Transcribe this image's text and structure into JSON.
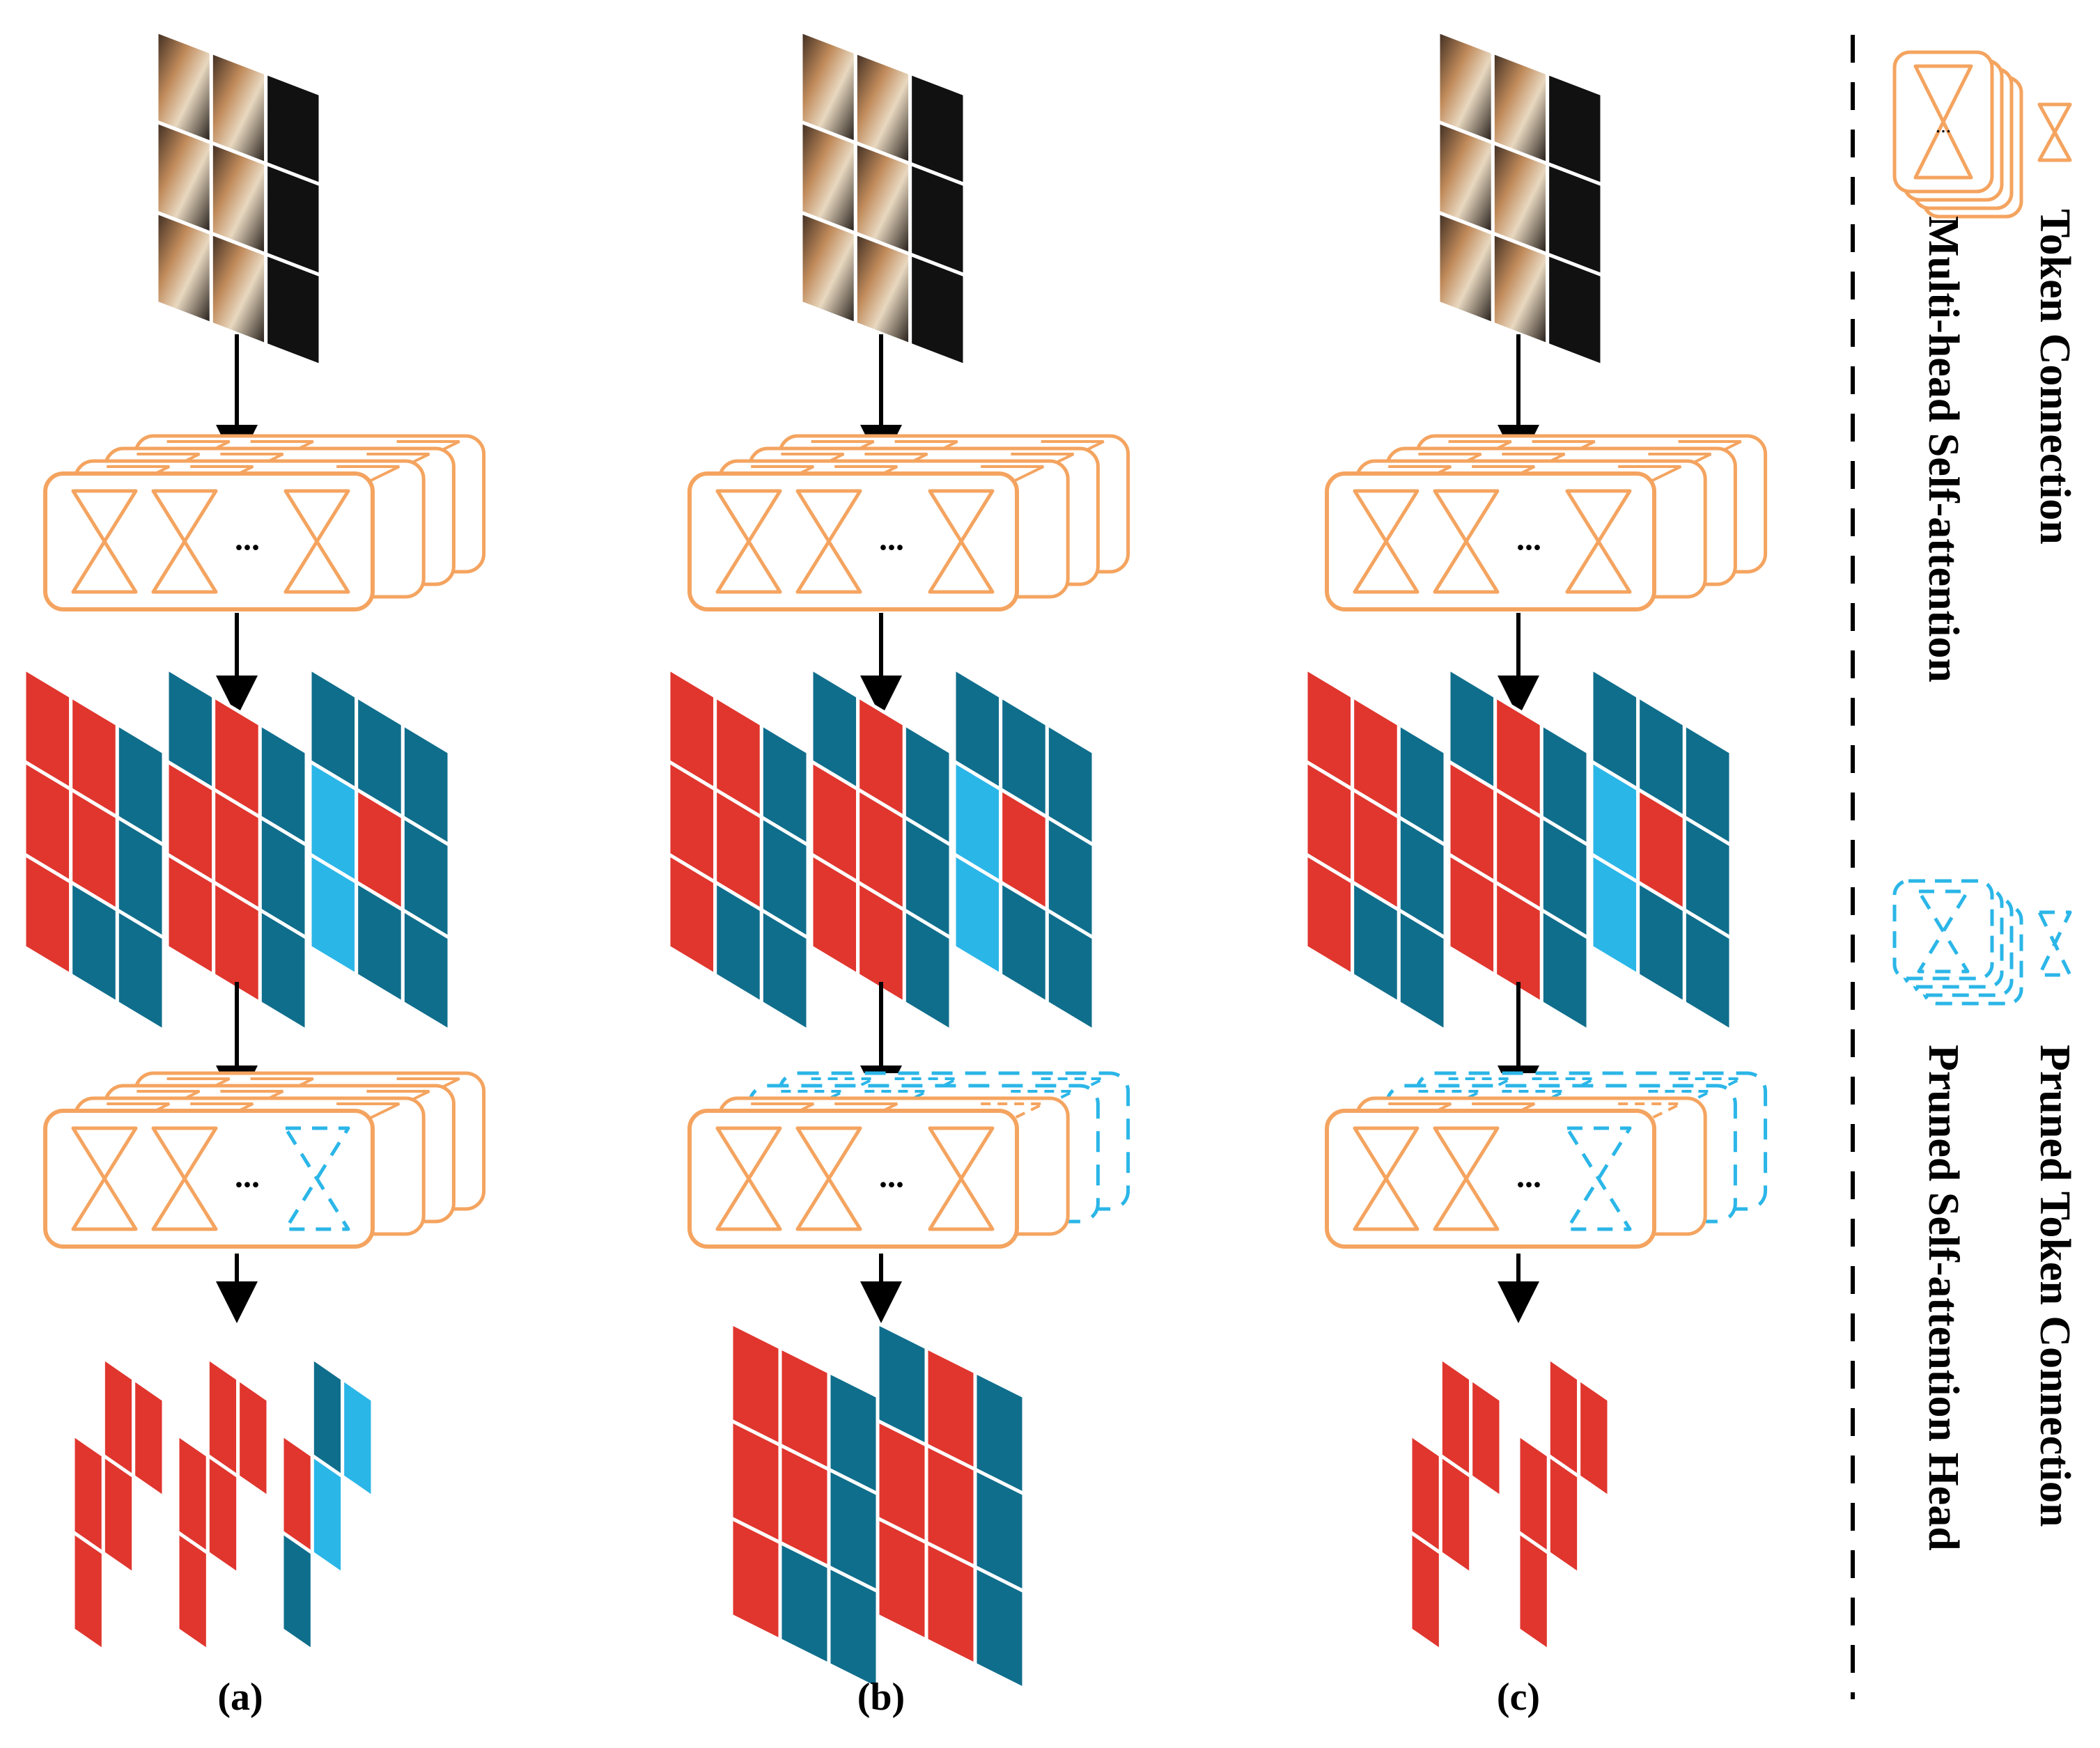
{
  "panels": [
    {
      "id": "a",
      "label": "(a)",
      "layer1_pruned": [],
      "layer2_pruned": [
        "token-3"
      ],
      "outputs": [
        [
          "r-top",
          "r-mid",
          "r-bot"
        ],
        [
          "r-top",
          "r-mid",
          "r-bot"
        ],
        [
          "b-top",
          "r-mid",
          "b-bot"
        ]
      ]
    },
    {
      "id": "b",
      "label": "(b)",
      "layer1_pruned": [],
      "layer2_pruned": [
        "head-back"
      ],
      "outputs": [
        [
          "full-3x3"
        ],
        [
          "full-3x3"
        ]
      ]
    },
    {
      "id": "c",
      "label": "(c)",
      "layer1_pruned": [],
      "layer2_pruned": [
        "head-back",
        "token-3"
      ],
      "outputs": [
        [
          "r-top",
          "r-mid",
          "r-bot"
        ],
        [
          "r-top",
          "r-mid",
          "r-bot"
        ]
      ]
    }
  ],
  "legend": {
    "token_connection": "Token Connection",
    "multi_head": "Multi-head Self-attention",
    "pruned_token": "Pruned Token Connection",
    "pruned_head": "Pruned Self-attention Head",
    "ellipsis": "..."
  },
  "colors": {
    "orange": "#f4a460",
    "cyan": "#2bb6e8",
    "red": "#e0362e",
    "teal": "#0f6e8c",
    "arrow": "#000000"
  }
}
